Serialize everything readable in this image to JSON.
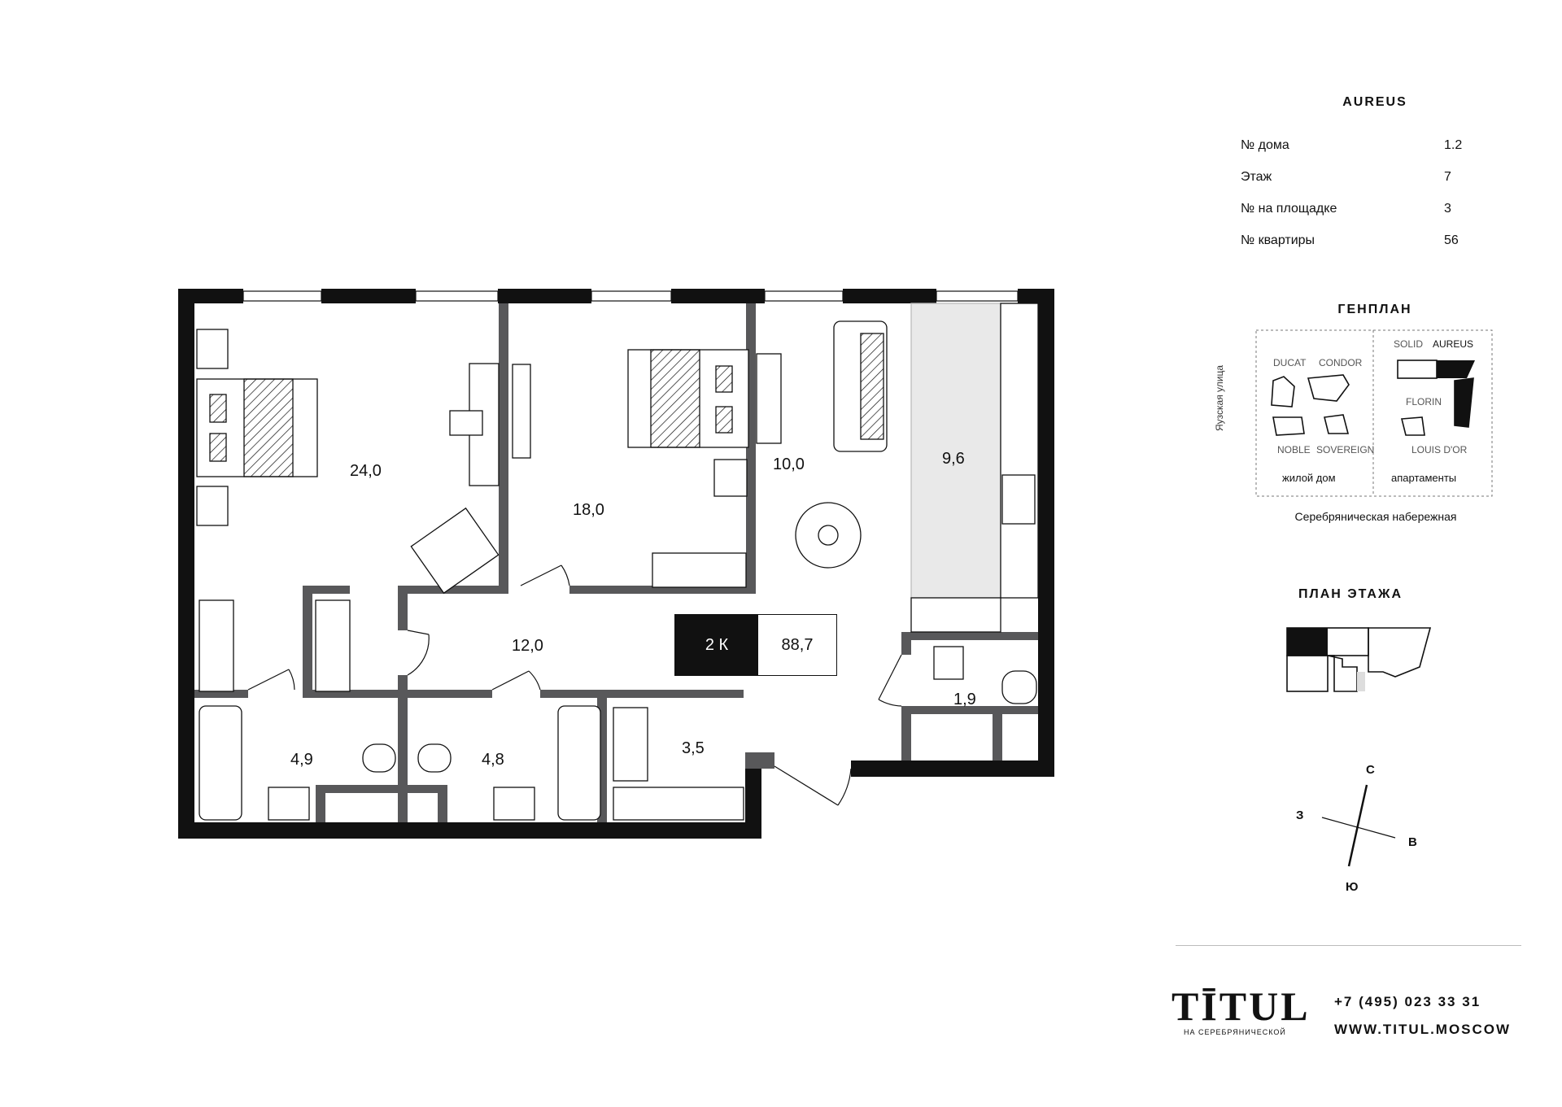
{
  "building": {
    "name": "AUREUS",
    "info": [
      {
        "label": "№ дома",
        "value": "1.2"
      },
      {
        "label": "Этаж",
        "value": "7"
      },
      {
        "label": "№ на площадке",
        "value": "3"
      },
      {
        "label": "№ квартиры",
        "value": "56"
      }
    ]
  },
  "genplan": {
    "title": "ГЕНПЛАН",
    "street_left": "Яузская улица",
    "street_bottom": "Серебряническая набережная",
    "residential_label": "жилой дом",
    "apartments_label": "апартаменты",
    "buildings": [
      "DUCAT",
      "CONDOR",
      "NOBLE",
      "SOVEREIGN",
      "SOLID",
      "AUREUS",
      "FLORIN",
      "LOUIS D'OR"
    ]
  },
  "floor_plan_title": "ПЛАН ЭТАЖА",
  "compass": {
    "north": "С",
    "south": "Ю",
    "east": "В",
    "west": "З"
  },
  "unit": {
    "type": "2 К",
    "total_area": "88,7"
  },
  "rooms": {
    "bedroom_1": "24,0",
    "bedroom_2": "18,0",
    "living": "10,0",
    "kitchen": "9,6",
    "hall": "12,0",
    "bath_1": "4,9",
    "bath_2": "4,8",
    "wardrobe": "3,5",
    "utility": "1,9"
  },
  "brand": {
    "logo": "TĪTUL",
    "subtitle": "НА СЕРЕБРЯНИЧЕСКОЙ",
    "phone": "+7 (495) 023 33 31",
    "website": "WWW.TITUL.MOSCOW"
  }
}
